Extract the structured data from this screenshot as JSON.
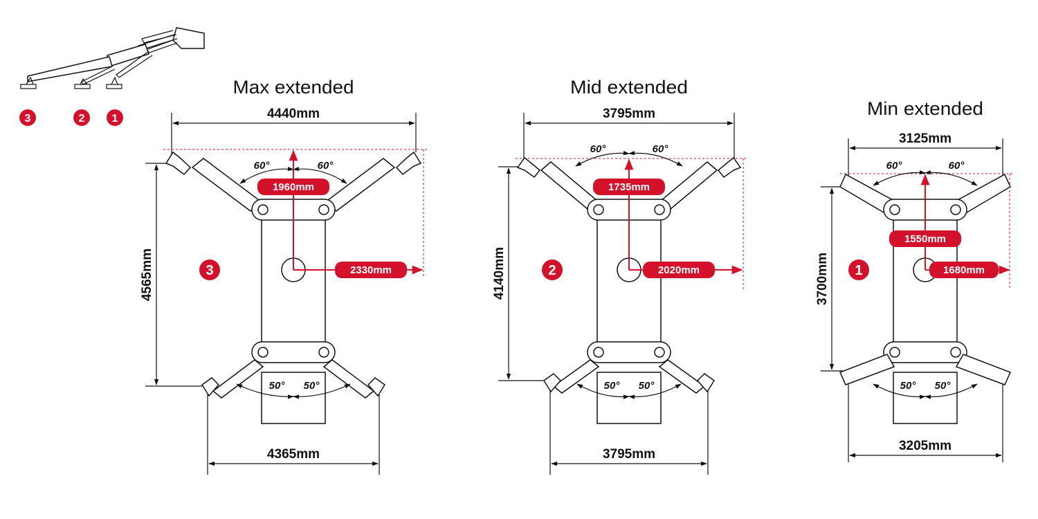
{
  "colors": {
    "accent": "#d4112a",
    "line": "#111111",
    "background": "#ffffff"
  },
  "legend": {
    "steps": [
      "3",
      "2",
      "1"
    ]
  },
  "panels": [
    {
      "title": "Max extended",
      "badge": "3",
      "top_width": "4440mm",
      "bottom_width": "4365mm",
      "height": "4565mm",
      "vertical_reach": "1960mm",
      "horizontal_reach": "2330mm",
      "top_angle_left": "60°",
      "top_angle_right": "60°",
      "bottom_angle_left": "50°",
      "bottom_angle_right": "50°"
    },
    {
      "title": "Mid extended",
      "badge": "2",
      "top_width": "3795mm",
      "bottom_width": "3795mm",
      "height": "4140mm",
      "vertical_reach": "1735mm",
      "horizontal_reach": "2020mm",
      "top_angle_left": "60°",
      "top_angle_right": "60°",
      "bottom_angle_left": "50°",
      "bottom_angle_right": "50°"
    },
    {
      "title": "Min extended",
      "badge": "1",
      "top_width": "3125mm",
      "bottom_width": "3205mm",
      "height": "3700mm",
      "vertical_reach": "1550mm",
      "horizontal_reach": "1680mm",
      "top_angle_left": "60°",
      "top_angle_right": "60°",
      "bottom_angle_left": "50°",
      "bottom_angle_right": "50°"
    }
  ]
}
